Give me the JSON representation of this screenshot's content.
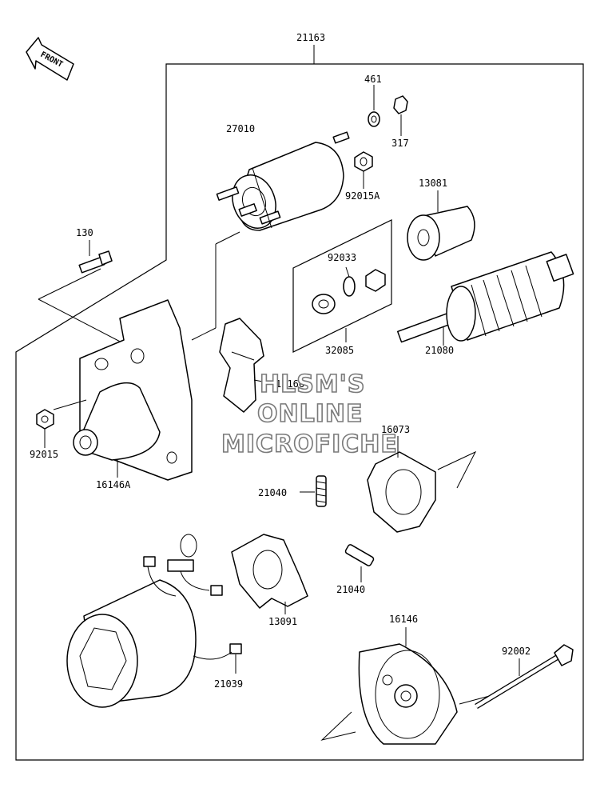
{
  "front_arrow": {
    "label": "FRONT"
  },
  "labels": {
    "assembly": "21163",
    "washer": "461",
    "nut": "317",
    "solenoid": "27010",
    "nut_a": "92015A",
    "pinion": "13081",
    "circlip": "92033",
    "kit": "32085",
    "armature": "21080",
    "bolt": "130",
    "nut_front": "92015",
    "front_bracket": "16146A",
    "lever": "13166",
    "plate": "16073",
    "spring_upper": "21040",
    "spring_lower": "21040",
    "brush_holder": "13091",
    "yoke": "21039",
    "rear_bracket": "16146",
    "through_bolt": "92002"
  },
  "watermark": {
    "line1": "HLSM'S",
    "line2": "ONLINE",
    "line3": "MICROFICHE"
  }
}
